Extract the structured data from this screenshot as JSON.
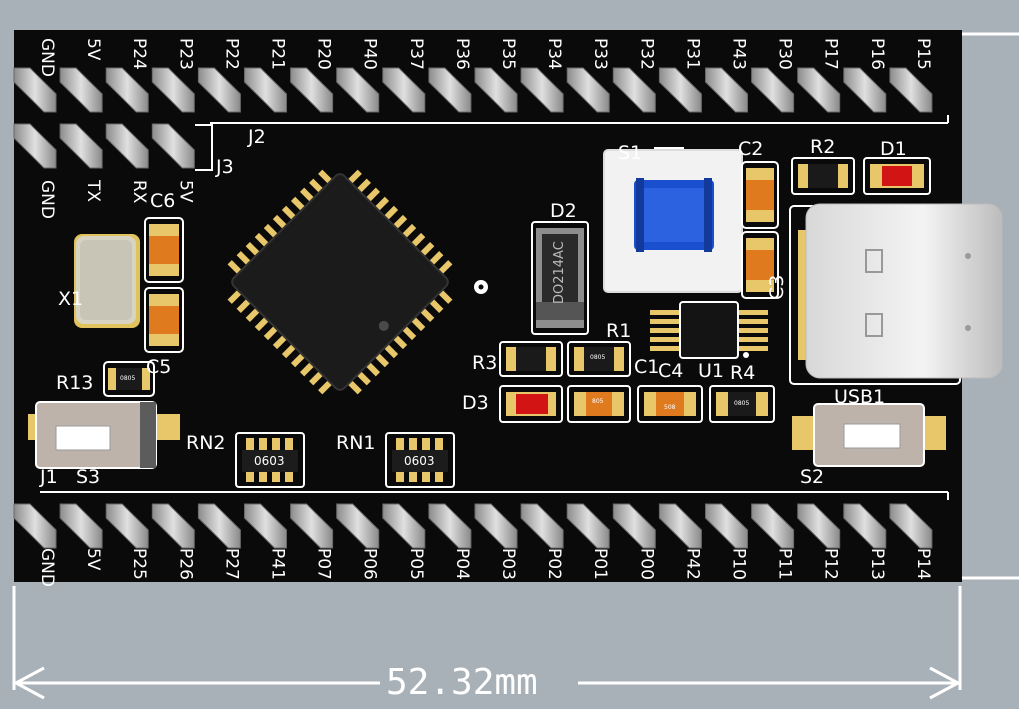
{
  "dimension": {
    "label": "52.32mm"
  },
  "header_pins": {
    "top": [
      "GND",
      "5V",
      "P24",
      "P23",
      "P22",
      "P21",
      "P20",
      "P40",
      "P37",
      "P36",
      "P35",
      "P34",
      "P33",
      "P32",
      "P31",
      "P43",
      "P30",
      "P17",
      "P16",
      "P15"
    ],
    "bottom": [
      "GND",
      "5V",
      "P25",
      "P26",
      "P27",
      "P41",
      "P07",
      "P06",
      "P05",
      "P04",
      "P03",
      "P02",
      "P01",
      "P00",
      "P42",
      "P10",
      "P11",
      "P12",
      "P13",
      "P14"
    ],
    "uart": [
      "GND",
      "TX",
      "RX",
      "5V"
    ]
  },
  "refs": {
    "J1": "J1",
    "J2": "J2",
    "J3": "J3",
    "S1": "S1",
    "S2": "S2",
    "S3": "S3",
    "C1": "C1",
    "C2": "C2",
    "C3": "C3",
    "C4": "C4",
    "C5": "C5",
    "C6": "C6",
    "R1": "R1",
    "R2": "R2",
    "R3": "R3",
    "R4": "R4",
    "R13": "R13",
    "D1": "D1",
    "D2": "D2",
    "D3": "D3",
    "U1": "U1",
    "X1": "X1",
    "RN1": "RN1",
    "RN2": "RN2",
    "USB1": "USB1"
  },
  "markings": {
    "do214ac": "DO214AC",
    "rn_size": "0603",
    "size_0805": "0805",
    "size_805": "805",
    "size_508": "508"
  },
  "colors": {
    "board": "#0a0a0a",
    "background": "#a9b1b8",
    "silkscreen": "#ffffff",
    "pad": "#e8c66a",
    "pin": "#c8c8c8",
    "capacitor": "#e07a1f",
    "led": "#d21414",
    "switch_blue": "#1a4fcf"
  }
}
